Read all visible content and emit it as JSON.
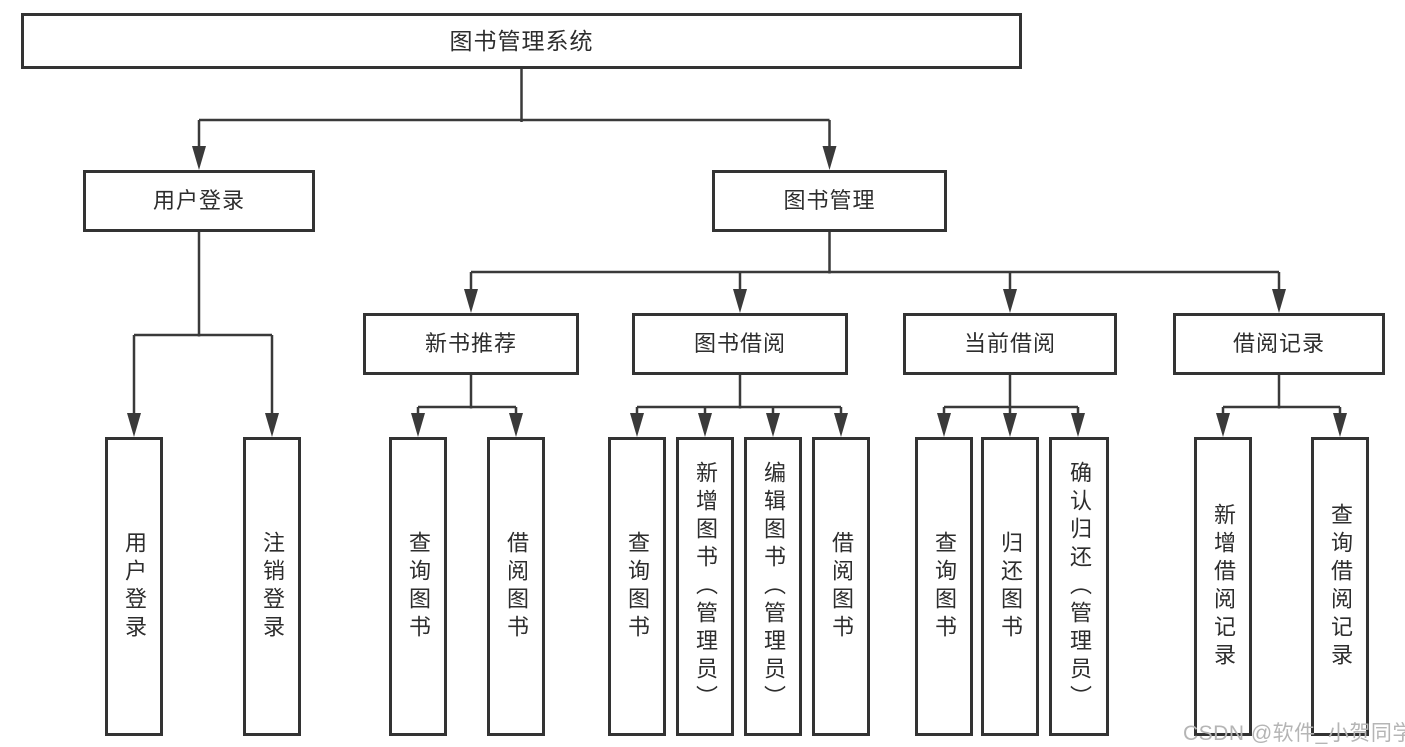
{
  "diagram": {
    "title": "图书管理系统",
    "type": "hierarchy-tree",
    "nodes": {
      "root": {
        "label": "图书管理系统"
      },
      "user_login": {
        "label": "用户登录"
      },
      "book_mgmt": {
        "label": "图书管理"
      },
      "new_book": {
        "label": "新书推荐"
      },
      "book_borrow": {
        "label": "图书借阅"
      },
      "cur_borrow": {
        "label": "当前借阅"
      },
      "borrow_rec": {
        "label": "借阅记录"
      },
      "login": {
        "label": "用户登录"
      },
      "logout": {
        "label": "注销登录"
      },
      "nb_query": {
        "label": "查询图书"
      },
      "nb_borrow": {
        "label": "借阅图书"
      },
      "bb_query": {
        "label": "查询图书"
      },
      "bb_add": {
        "label": "新增图书（管理员）"
      },
      "bb_edit": {
        "label": "编辑图书（管理员）"
      },
      "bb_borrow": {
        "label": "借阅图书"
      },
      "cb_query": {
        "label": "查询图书"
      },
      "cb_return": {
        "label": "归还图书"
      },
      "cb_confirm": {
        "label": "确认归还（管理员）"
      },
      "br_add": {
        "label": "新增借阅记录"
      },
      "br_query": {
        "label": "查询借阅记录"
      }
    },
    "edges": [
      [
        "root",
        "user_login"
      ],
      [
        "root",
        "book_mgmt"
      ],
      [
        "user_login",
        "login"
      ],
      [
        "user_login",
        "logout"
      ],
      [
        "book_mgmt",
        "new_book"
      ],
      [
        "book_mgmt",
        "book_borrow"
      ],
      [
        "book_mgmt",
        "cur_borrow"
      ],
      [
        "book_mgmt",
        "borrow_rec"
      ],
      [
        "new_book",
        "nb_query"
      ],
      [
        "new_book",
        "nb_borrow"
      ],
      [
        "book_borrow",
        "bb_query"
      ],
      [
        "book_borrow",
        "bb_add"
      ],
      [
        "book_borrow",
        "bb_edit"
      ],
      [
        "book_borrow",
        "bb_borrow"
      ],
      [
        "cur_borrow",
        "cb_query"
      ],
      [
        "cur_borrow",
        "cb_return"
      ],
      [
        "cur_borrow",
        "cb_confirm"
      ],
      [
        "borrow_rec",
        "br_add"
      ],
      [
        "borrow_rec",
        "br_query"
      ]
    ],
    "colors": {
      "line": "#3a3a3a",
      "border": "#333333",
      "text": "#2d2d2d",
      "watermark": "#b5b5b5",
      "background": "#ffffff"
    },
    "watermark": "CSDN @软件_小贺同学"
  }
}
